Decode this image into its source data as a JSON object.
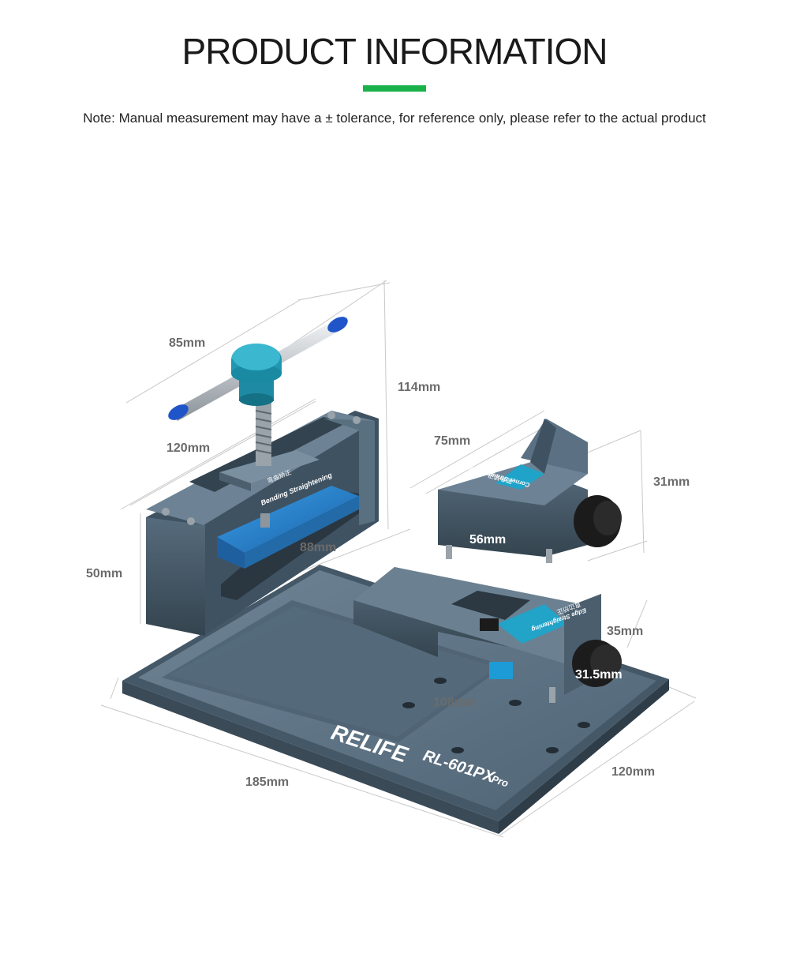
{
  "header": {
    "title": "PRODUCT INFORMATION",
    "note": "Note: Manual measurement may have a ± tolerance, for reference only, please refer to the actual product"
  },
  "colors": {
    "accent": "#19b24a",
    "metal": "#5b7183",
    "metal_dark": "#3e5061",
    "metal_light": "#7d92a3",
    "knob": "#2aa7bf",
    "tip": "#1f55c8",
    "block": "#2b8bd6"
  },
  "dimensions": {
    "d85": "85mm",
    "d114": "114mm",
    "d120_top": "120mm",
    "d75": "75mm",
    "d31": "31mm",
    "d56": "56mm",
    "d88": "88mm",
    "d50": "50mm",
    "d35": "35mm",
    "d31_5": "31.5mm",
    "d108": "108mm",
    "d185": "185mm",
    "d120_bottom": "120mm"
  },
  "product": {
    "brand": "RELIFE",
    "model": "RL-601PX",
    "model_badge": "Pro",
    "label_bending_cn": "弯曲矫正",
    "label_bending": "Bending Straightening",
    "label_corner_cn": "圆角矫正",
    "label_corner": "Corner Straightening",
    "label_edge_cn": "直边矫正",
    "label_edge": "Edge Straightening"
  }
}
